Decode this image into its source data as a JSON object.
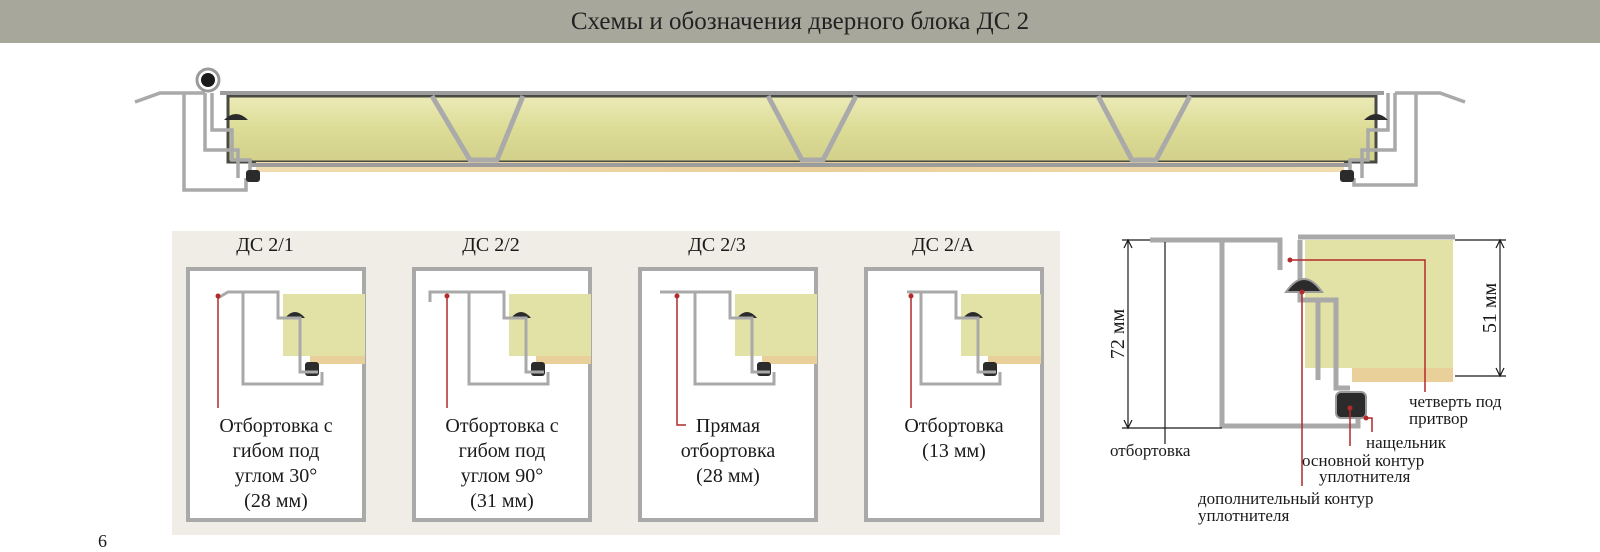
{
  "header": {
    "title": "Схемы и обозначения дверного блока ДС 2"
  },
  "variants": [
    {
      "title": "ДС 2/1",
      "caption": "Отбортовка с\nгибом под\nуглом 30°\n(28 мм)"
    },
    {
      "title": "ДС 2/2",
      "caption": "Отбортовка с\nгибом под\nуглом 90°\n(31 мм)"
    },
    {
      "title": "ДС 2/3",
      "caption": "Прямая\nотбортовка\n(28 мм)"
    },
    {
      "title": "ДС 2/А",
      "caption": "Отбортовка\n(13 мм)"
    }
  ],
  "detail": {
    "dim_total": "72 мм",
    "dim_leaf": "51 мм",
    "labels": {
      "flange": "отбортовка",
      "rebate_1": "четверть под",
      "rebate_2": "притвор",
      "strip": "нащельник",
      "main_seal_1": "основной контур",
      "main_seal_2": "уплотнителя",
      "extra_seal_1": "дополнительный контур",
      "extra_seal_2": "уплотнителя"
    }
  },
  "page_number": "6",
  "colors": {
    "header_bg": "#a8a79c",
    "frame_gray": "#a9a9a9",
    "insulation": "#e2e1a6",
    "leader_red": "#b22a2a",
    "seal": "#2b2b2b"
  }
}
